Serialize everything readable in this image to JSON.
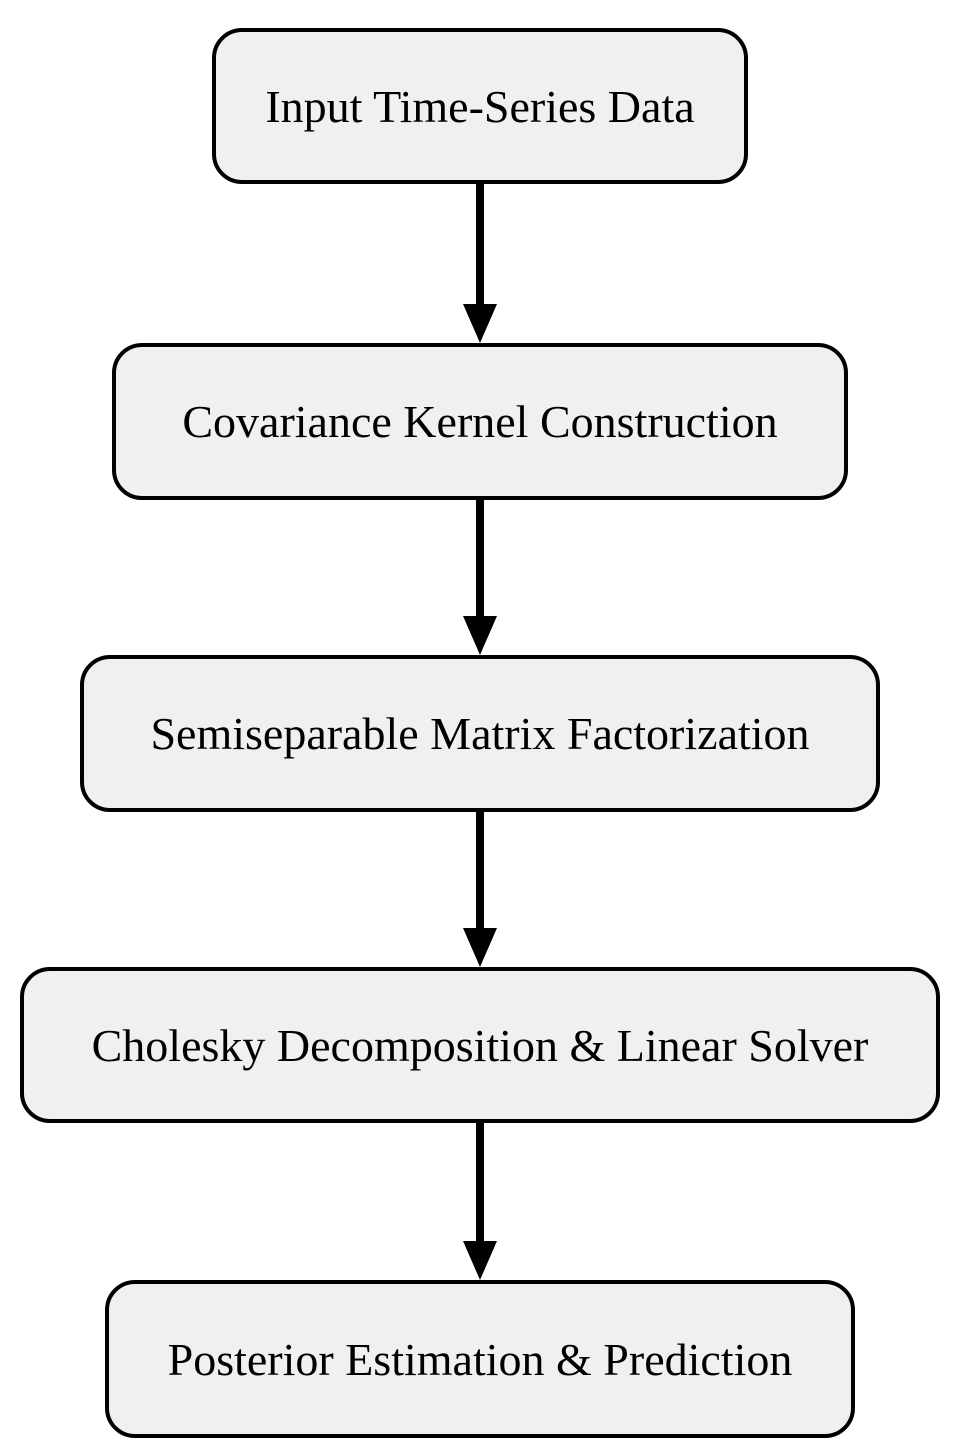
{
  "diagram": {
    "type": "flowchart",
    "direction": "top-to-bottom",
    "nodes": [
      {
        "id": "input",
        "label": "Input Time-Series Data"
      },
      {
        "id": "kernel",
        "label": "Covariance Kernel Construction"
      },
      {
        "id": "factorization",
        "label": "Semiseparable Matrix Factorization"
      },
      {
        "id": "cholesky",
        "label": "Cholesky Decomposition & Linear Solver"
      },
      {
        "id": "posterior",
        "label": "Posterior Estimation & Prediction"
      }
    ],
    "edges": [
      {
        "from": "input",
        "to": "kernel"
      },
      {
        "from": "kernel",
        "to": "factorization"
      },
      {
        "from": "factorization",
        "to": "cholesky"
      },
      {
        "from": "cholesky",
        "to": "posterior"
      }
    ],
    "colors": {
      "background": "#ffffff",
      "node_fill": "#f0f0f0",
      "node_border": "#000000",
      "text": "#000000",
      "arrow": "#000000"
    }
  }
}
